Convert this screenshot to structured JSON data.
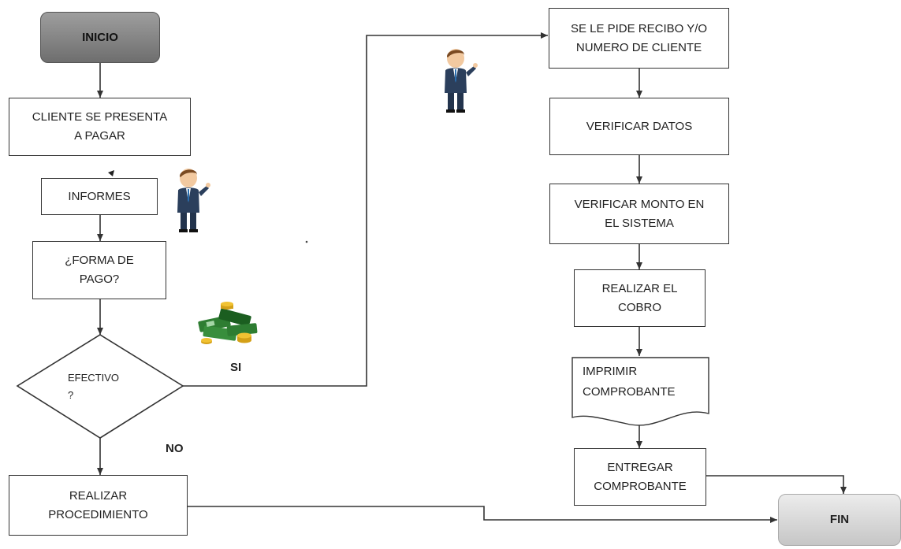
{
  "nodes": {
    "start": "INICIO",
    "arrives": "CLIENTE SE PRESENTA\nA PAGAR",
    "informes": "INFORMES",
    "payment_form": "¿FORMA DE\nPAGO?",
    "cash_decision": "EFECTIVO\n?",
    "other_procedure": "REALIZAR\nPROCEDIMIENTO",
    "request_receipt": "SE LE PIDE RECIBO Y/O\nNUMERO DE CLIENTE",
    "verify_data": "VERIFICAR DATOS",
    "verify_amount": "VERIFICAR  MONTO EN\nEL SISTEMA",
    "charge": "REALIZAR EL\nCOBRO",
    "print_receipt": "IMPRIMIR\nCOMPROBANTE",
    "deliver_receipt": "ENTREGAR\nCOMPROBANTE",
    "end": "FIN"
  },
  "branch_labels": {
    "yes": "SI",
    "no": "NO"
  },
  "illustrations": [
    "businessman-pointing-icon",
    "businessman-pointing-icon",
    "money-stack-icon"
  ],
  "colors": {
    "start_fill": "#808080",
    "end_fill": "#d9d9d9",
    "line": "#333333",
    "money_green": "#2e7d32",
    "coin_gold": "#d4a017"
  }
}
